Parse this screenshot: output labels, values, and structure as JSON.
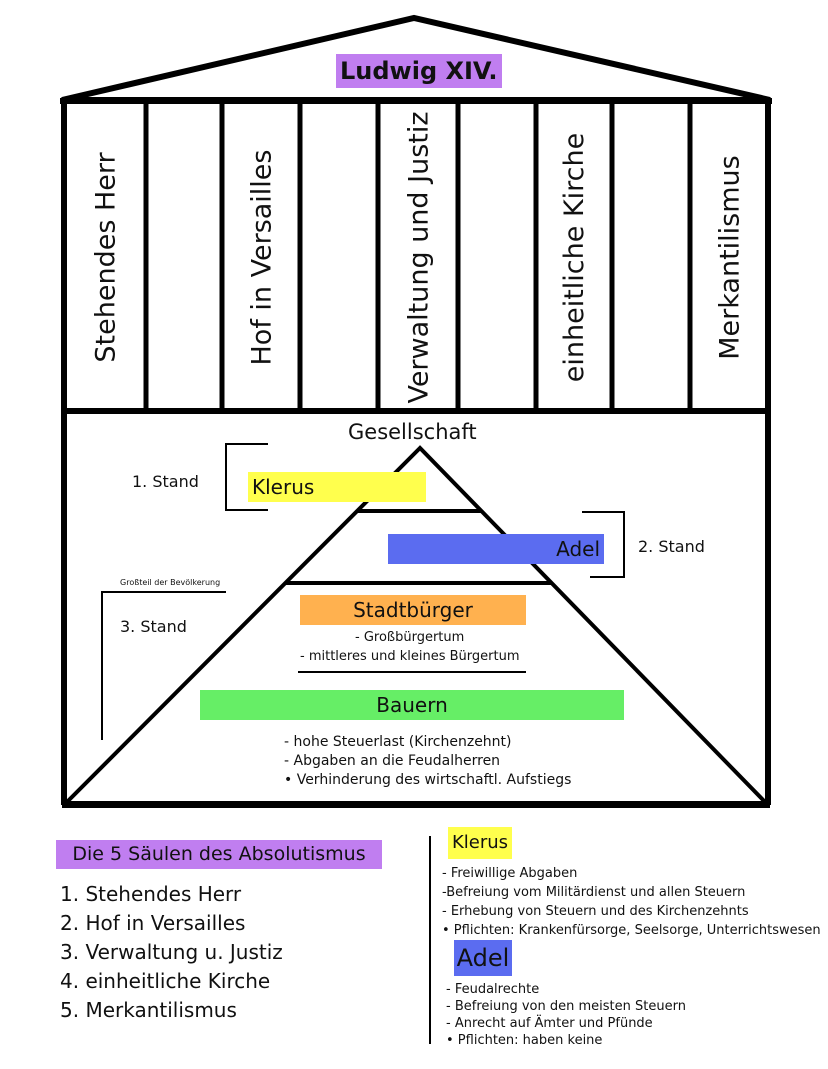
{
  "ruler": "Ludwig XIV.",
  "pillars": [
    {
      "label": "Stehendes Herr"
    },
    {
      "label": "Hof in Versailles"
    },
    {
      "label": "Verwaltung und Justiz"
    },
    {
      "label": "einheitliche Kirche"
    },
    {
      "label": "Merkantilismus"
    }
  ],
  "society": {
    "title": "Gesellschaft",
    "stand1": "1. Stand",
    "stand2": "2. Stand",
    "stand3": "3. Stand",
    "stand3_note": "Großteil der Bevölkerung",
    "klerus": "Klerus",
    "adel": "Adel",
    "stadtbuerger": {
      "label": "Stadtbürger",
      "items": [
        "- Großbürgertum",
        "- mittleres und kleines Bürgertum"
      ]
    },
    "bauern": {
      "label": "Bauern",
      "items": [
        "- hohe Steuerlast (Kirchenzehnt)",
        "- Abgaben an die Feudalherren",
        "• Verhinderung des wirtschaftl. Aufstiegs"
      ]
    }
  },
  "saeulen": {
    "title": "Die 5 Säulen des Absolutismus",
    "items": [
      "1. Stehendes Herr",
      "2. Hof in Versailles",
      "3. Verwaltung u. Justiz",
      "4. einheitliche Kirche",
      "5. Merkantilismus"
    ]
  },
  "klerus_info": {
    "title": "Klerus",
    "items": [
      "- Freiwillige Abgaben",
      "-Befreiung vom Militärdienst und allen Steuern",
      "- Erhebung von Steuern und des Kirchenzehnts",
      "• Pflichten: Krankenfürsorge, Seelsorge, Unterrichtswesen"
    ]
  },
  "adel_info": {
    "title": "Adel",
    "items": [
      "- Feudalrechte",
      "- Befreiung von den meisten Steuern",
      "- Anrecht auf Ämter und Pfünde",
      "• Pflichten: haben keine"
    ]
  },
  "colors": {
    "purple": "#c07ef0",
    "yellow": "#ffff4d",
    "blue": "#5b6cf0",
    "orange": "#ffb14f",
    "green": "#66ee66"
  }
}
